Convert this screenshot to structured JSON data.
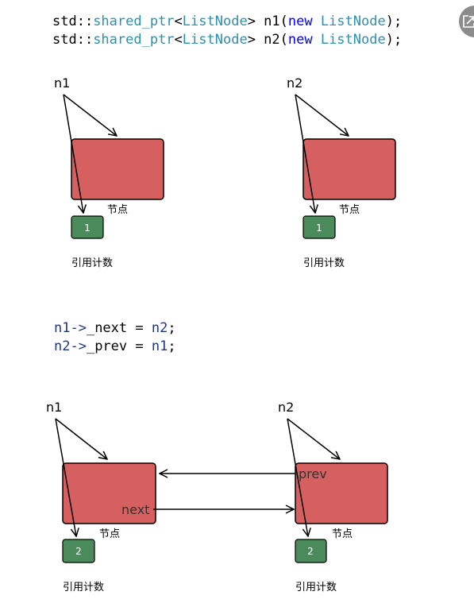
{
  "theme": {
    "background": "#ffffff",
    "node_fill": "#d65f5f",
    "refcount_fill": "#4b8b5b",
    "button_fill": "#8c8c8c"
  },
  "open_button": {
    "icon": "expand-icon"
  },
  "code_top": [
    {
      "tokens": [
        {
          "text": "std::",
          "color": "#000000"
        },
        {
          "text": "shared_ptr",
          "color": "#2b91af"
        },
        {
          "text": "<",
          "color": "#000000"
        },
        {
          "text": "ListNode",
          "color": "#2b91af"
        },
        {
          "text": "> n1(",
          "color": "#000000"
        },
        {
          "text": "new",
          "color": "#0000ff"
        },
        {
          "text": " ListNode",
          "color": "#2b91af"
        },
        {
          "text": ");",
          "color": "#000000"
        }
      ]
    },
    {
      "tokens": [
        {
          "text": "std::",
          "color": "#000000"
        },
        {
          "text": "shared_ptr",
          "color": "#2b91af"
        },
        {
          "text": "<",
          "color": "#000000"
        },
        {
          "text": "ListNode",
          "color": "#2b91af"
        },
        {
          "text": "> n2(",
          "color": "#000000"
        },
        {
          "text": "new",
          "color": "#0000ff"
        },
        {
          "text": " ListNode",
          "color": "#2b91af"
        },
        {
          "text": ");",
          "color": "#000000"
        }
      ]
    }
  ],
  "diagram_before": {
    "nodes": [
      {
        "pointer": "n1",
        "node_label": "节点",
        "refcount": "1",
        "refcount_label": "引用计数"
      },
      {
        "pointer": "n2",
        "node_label": "节点",
        "refcount": "1",
        "refcount_label": "引用计数"
      }
    ]
  },
  "code_middle": [
    {
      "tokens": [
        {
          "text": "n1->",
          "color": "#1f377f"
        },
        {
          "text": "_next = ",
          "color": "#000000"
        },
        {
          "text": "n2",
          "color": "#1f377f"
        },
        {
          "text": ";",
          "color": "#000000"
        }
      ]
    },
    {
      "tokens": [
        {
          "text": "n2->",
          "color": "#1f377f"
        },
        {
          "text": "_prev = ",
          "color": "#000000"
        },
        {
          "text": "n1",
          "color": "#1f377f"
        },
        {
          "text": ";",
          "color": "#000000"
        }
      ]
    }
  ],
  "diagram_after": {
    "nodes": [
      {
        "pointer": "n1",
        "node_label": "节点",
        "member": "next",
        "refcount": "2",
        "refcount_label": "引用计数"
      },
      {
        "pointer": "n2",
        "node_label": "节点",
        "member": "prev",
        "refcount": "2",
        "refcount_label": "引用计数"
      }
    ]
  }
}
